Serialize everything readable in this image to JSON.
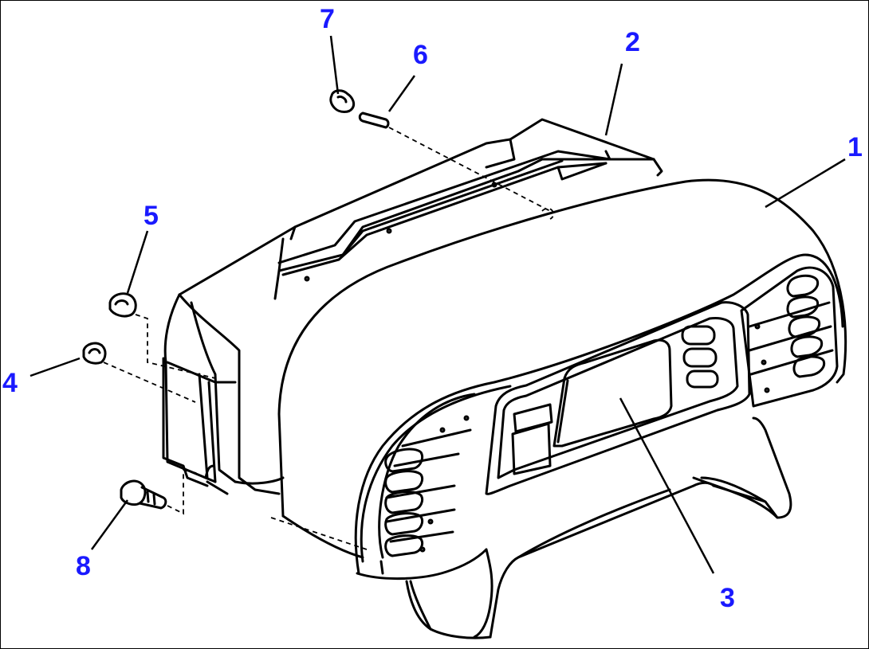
{
  "diagram": {
    "callouts": [
      {
        "id": "1",
        "label": "1"
      },
      {
        "id": "2",
        "label": "2"
      },
      {
        "id": "3",
        "label": "3"
      },
      {
        "id": "4",
        "label": "4"
      },
      {
        "id": "5",
        "label": "5"
      },
      {
        "id": "6",
        "label": "6"
      },
      {
        "id": "7",
        "label": "7"
      },
      {
        "id": "8",
        "label": "8"
      }
    ]
  },
  "colors": {
    "callout_text": "#1a1aff",
    "line_art": "#000000",
    "background": "#ffffff"
  }
}
